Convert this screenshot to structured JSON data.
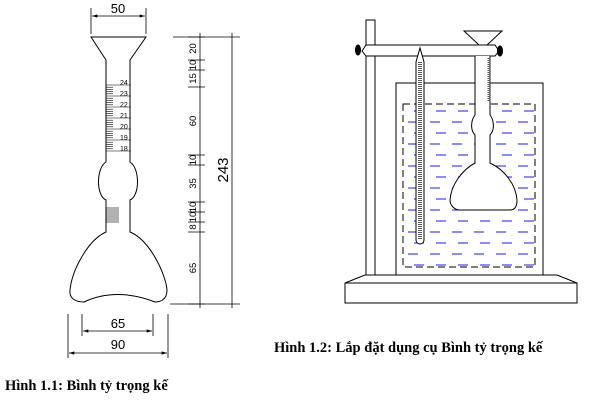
{
  "figure1": {
    "caption": "Hình 1.1: Bình tỷ trọng kế",
    "top_width": "50",
    "inner_bottom_width": "65",
    "outer_bottom_width": "90",
    "total_height": "243",
    "segments": [
      "20",
      "10",
      "15",
      "60",
      "10",
      "35",
      "10",
      "10",
      "8",
      "65"
    ],
    "graduations": [
      "24",
      "23",
      "22",
      "21",
      "20",
      "19",
      "18"
    ]
  },
  "figure2": {
    "caption": "Hình 1.2: Lắp đặt dụng cụ Bình tỷ trọng kế",
    "colors": {
      "water": "#1a1aff",
      "line": "#000000"
    }
  }
}
